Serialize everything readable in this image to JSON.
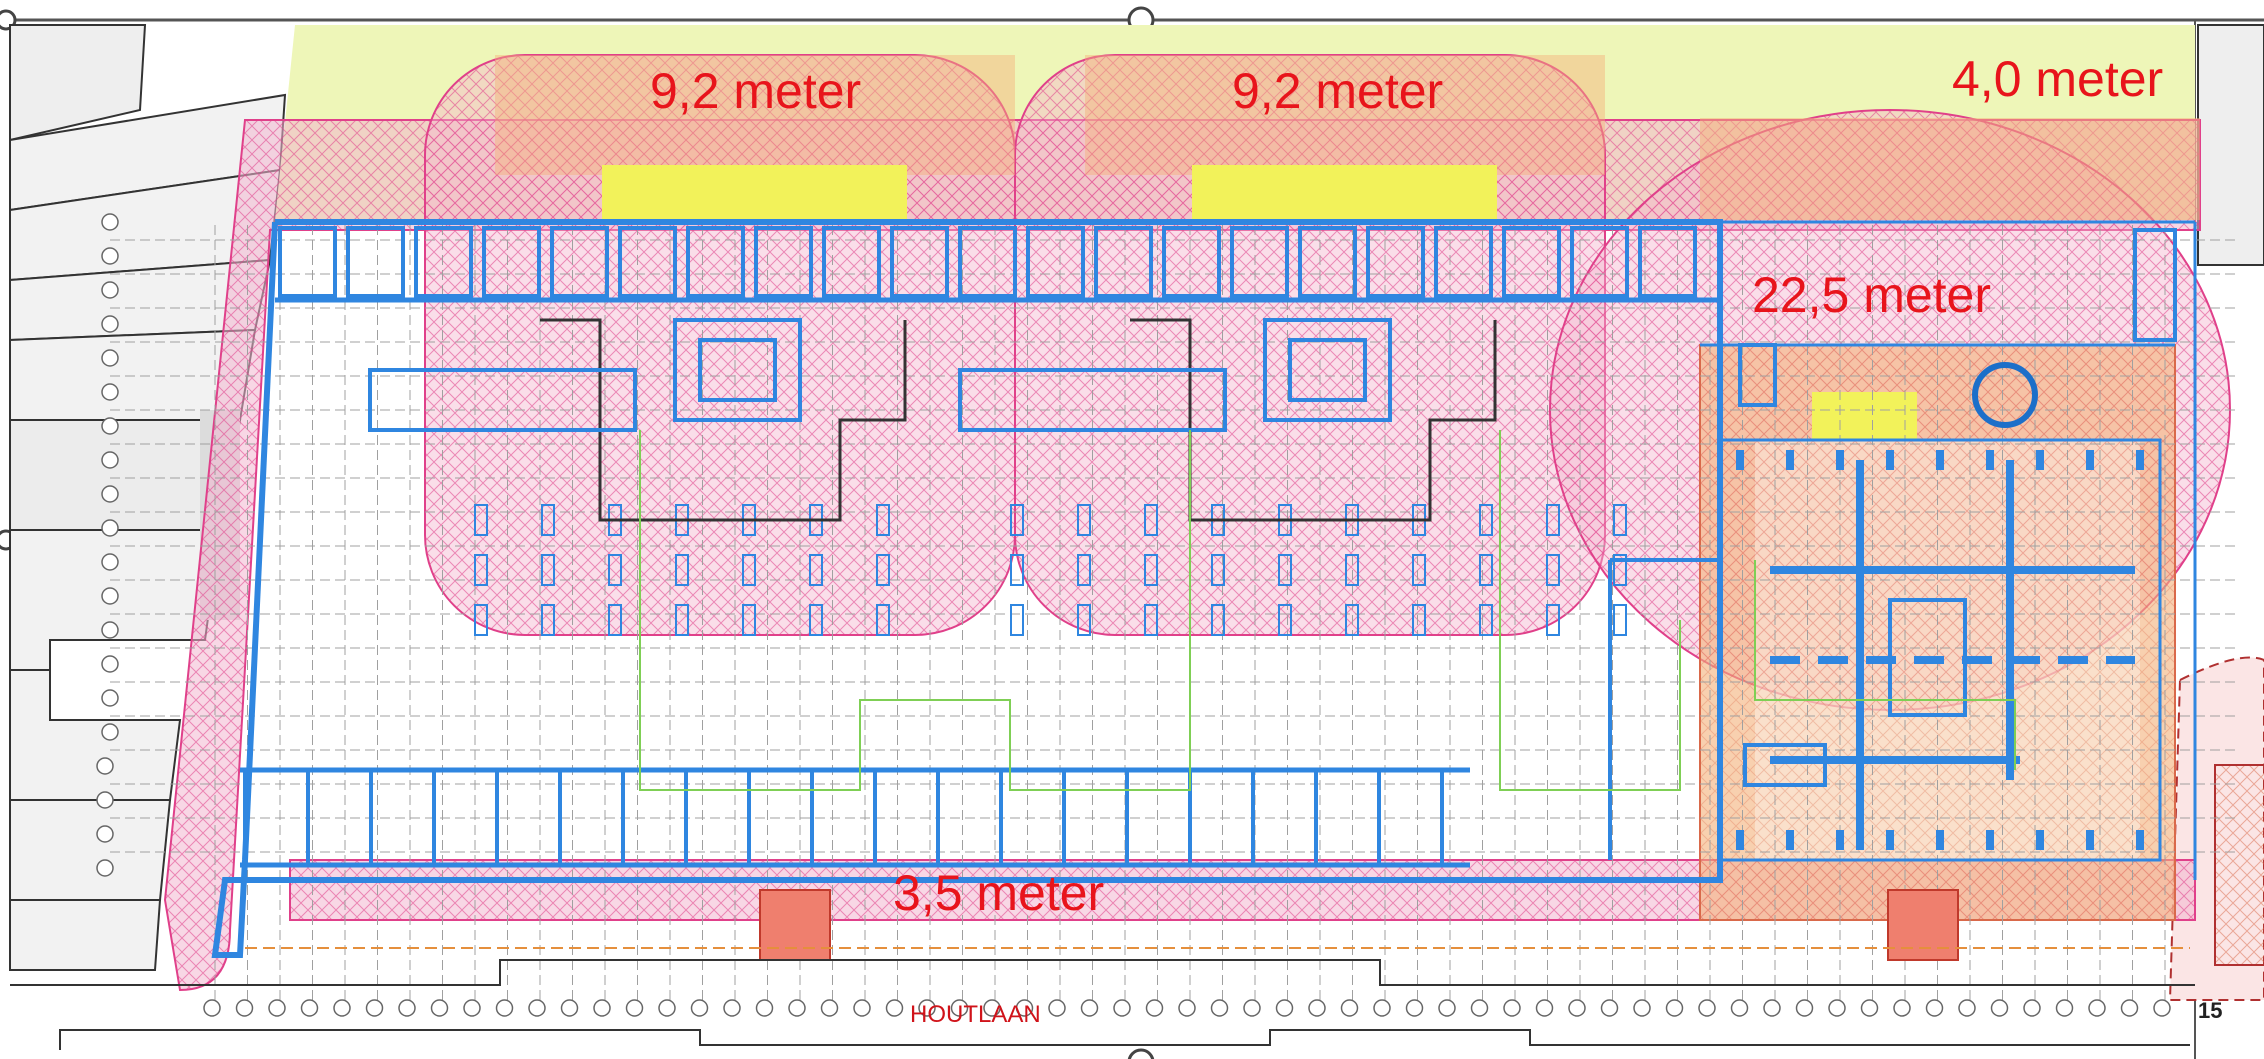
{
  "plan": {
    "dimension_labels": {
      "north_west": "9,2 meter",
      "north_middle": "9,2 meter",
      "north_east": "4,0 meter",
      "east": "22,5 meter",
      "south": "3,5 meter"
    },
    "street_name": "HOUTLAAN",
    "sheet_number": "15"
  },
  "colors": {
    "setback_pink": "#f3b6cf",
    "setback_outline": "#e0408a",
    "zone_orange": "#f4b07a",
    "lawn_green": "#eef6b8",
    "highlight_yellow": "#f2f25a",
    "wall_blue": "#2f86e0",
    "grid_gray": "#9a9a9a",
    "label_red": "#e8141b",
    "stair_red": "#ef7f6e"
  }
}
